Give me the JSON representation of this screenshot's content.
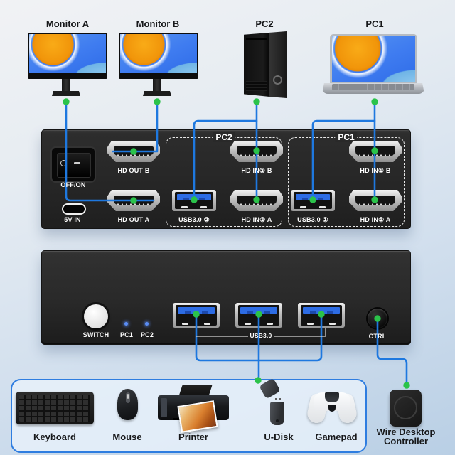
{
  "top_devices": {
    "monitor_a": "Monitor A",
    "monitor_b": "Monitor B",
    "pc2": "PC2",
    "pc1": "PC1"
  },
  "back_panel": {
    "power_switch": "OFF/ON",
    "dc_in": "5V IN",
    "hd_out_b": "HD OUT B",
    "hd_out_a": "HD OUT A",
    "pc2_zone": {
      "title": "PC2",
      "usb": "USB3.0 ②",
      "hd_b": "HD IN② B",
      "hd_a": "HD IN② A"
    },
    "pc1_zone": {
      "title": "PC1",
      "usb": "USB3.0 ①",
      "hd_b": "HD IN① B",
      "hd_a": "HD IN① A"
    }
  },
  "front_panel": {
    "switch": "SWITCH",
    "led_pc1": "PC1",
    "led_pc2": "PC2",
    "usb": "USB3.0",
    "ctrl": "CTRL"
  },
  "peripherals": {
    "keyboard": "Keyboard",
    "mouse": "Mouse",
    "printer": "Printer",
    "u_disk": "U-Disk",
    "gamepad": "Gamepad"
  },
  "controller": "Wire Desktop Controller",
  "colors": {
    "connection_line": "#1e78df",
    "connection_dot": "#2bc34a",
    "peripheral_box_border": "#2e7de0",
    "usb_blue": "#2d6ce4",
    "led_blue": "#5b8df5"
  },
  "connections": [
    {
      "from": "Monitor A",
      "to": "HD OUT A"
    },
    {
      "from": "Monitor B",
      "to": "HD OUT B"
    },
    {
      "from": "PC2",
      "to": "HD IN② B"
    },
    {
      "from": "PC2",
      "to": "HD IN② A"
    },
    {
      "from": "PC2",
      "to": "USB3.0 ②"
    },
    {
      "from": "PC1",
      "to": "HD IN① B"
    },
    {
      "from": "PC1",
      "to": "HD IN① A"
    },
    {
      "from": "PC1",
      "to": "USB3.0 ①"
    },
    {
      "from": "front USB3.0 ports",
      "to": "peripherals box"
    },
    {
      "from": "CTRL",
      "to": "Wire Desktop Controller"
    }
  ]
}
